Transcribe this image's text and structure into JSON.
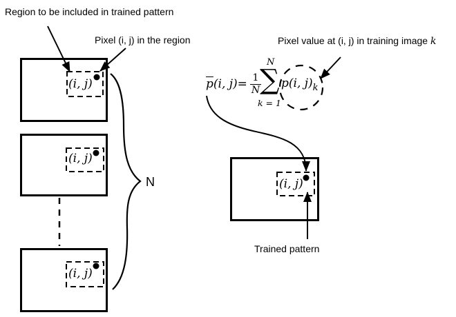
{
  "colors": {
    "ink": "#000000",
    "bg": "#ffffff"
  },
  "labels": {
    "region": "Region to be included in trained pattern",
    "pixel_in_region": "Pixel (i, j) in the region",
    "pixel_value_prefix": "Pixel value at (i, j) in training image ",
    "pixel_value_var": "k",
    "trained_pattern": "Trained pattern",
    "count": "N",
    "cell": "(i, j)"
  },
  "formula": {
    "mean_symbol": "p",
    "mean_args": "(i, j)=",
    "numerator": "1",
    "denominator": "N",
    "sum_symbol": "∑",
    "sum_upper": "N",
    "sum_lower": "k = 1",
    "term": "p(i, j)",
    "term_subscript": "k"
  }
}
